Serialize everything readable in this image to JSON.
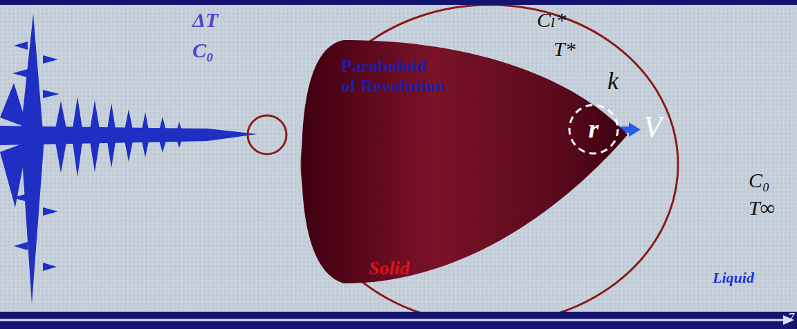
{
  "diagram": {
    "nodes": [
      {
        "text": [
          "Paraboloid of Revolution",
          "Solid"
        ]
      },
      {
        "text": [
          "r"
        ],
        "in": 0
      }
    ],
    "labels": [
      "ΔT",
      "C₀",
      "Cₗ*",
      "T*",
      "k",
      "V",
      "Liquid",
      "C₀",
      "T∞",
      "7"
    ]
  }
}
